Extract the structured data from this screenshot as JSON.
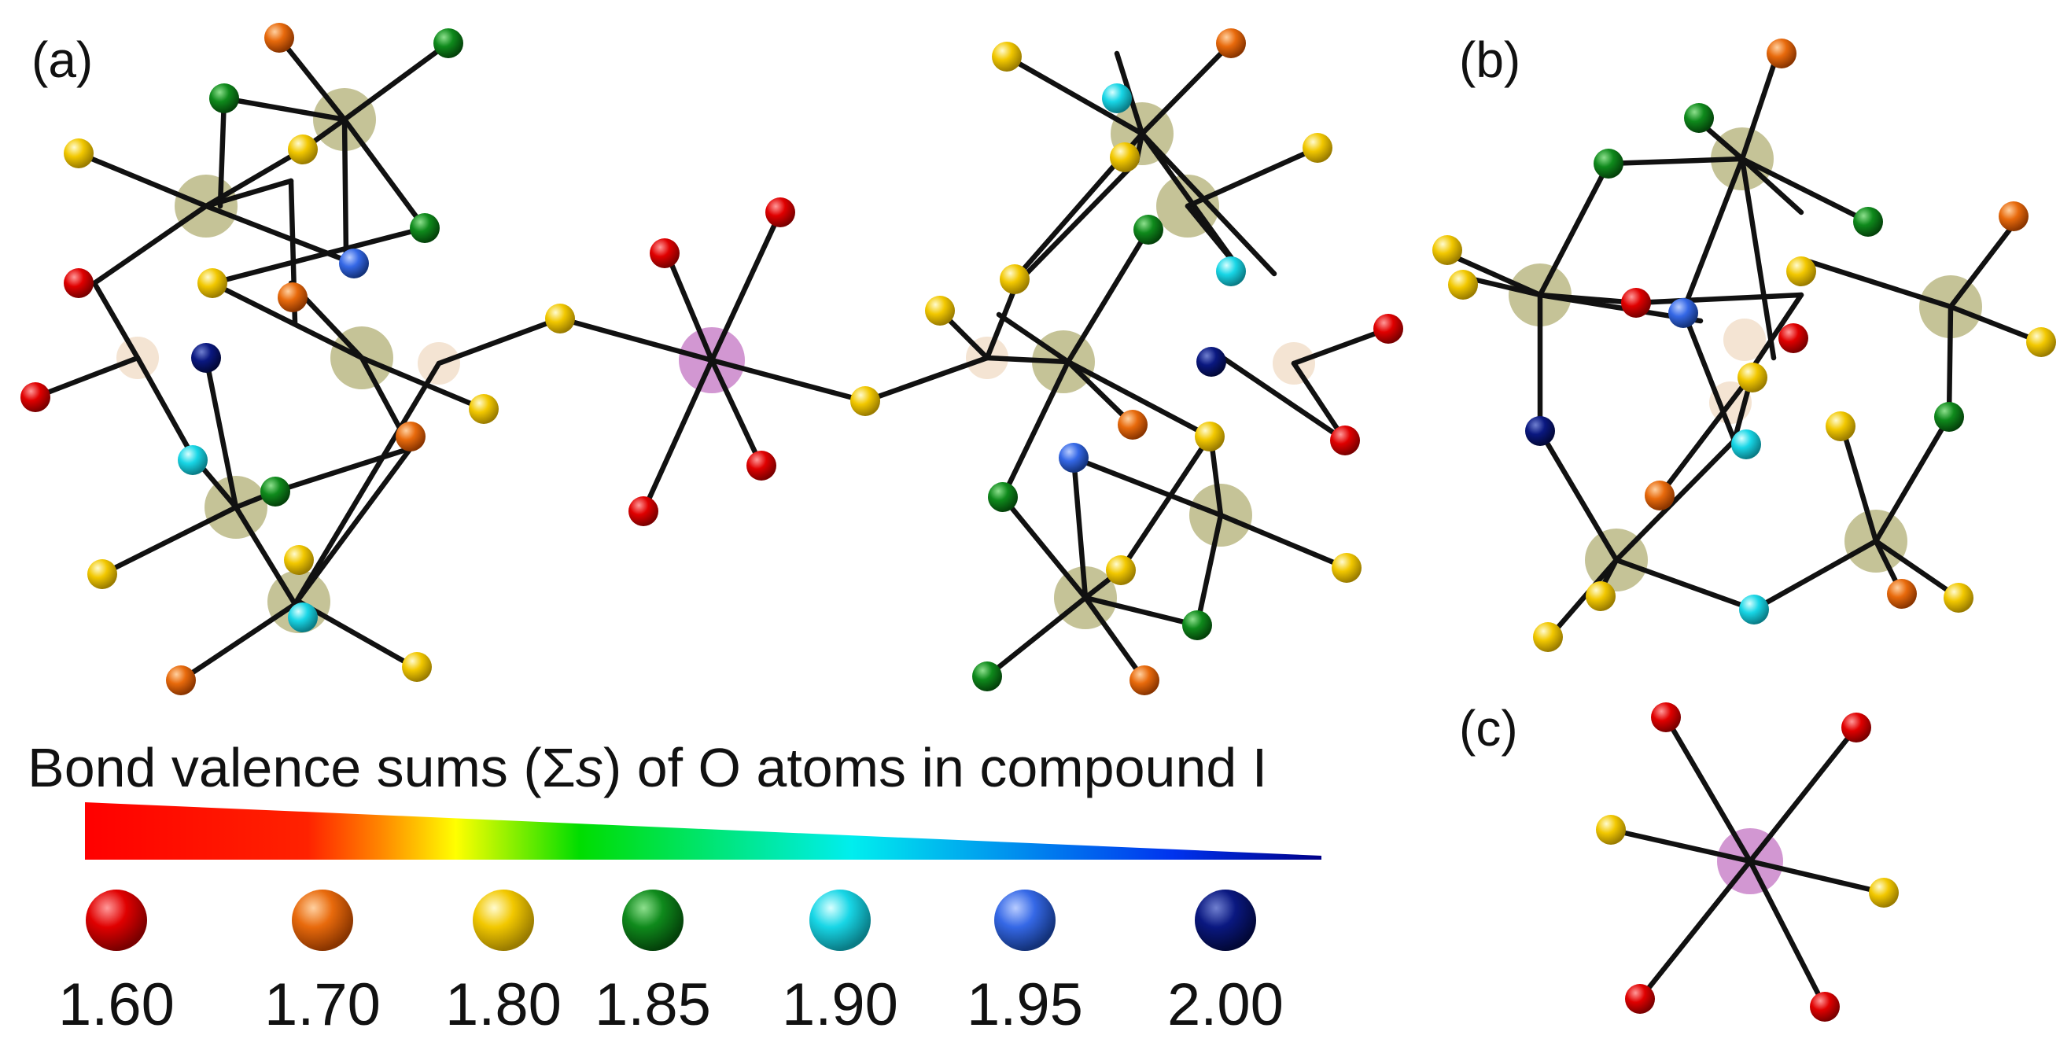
{
  "panels": {
    "a": "(a)",
    "b": "(b)",
    "c": "(c)"
  },
  "legend": {
    "title_prefix": "Bond valence sums (Σ",
    "title_italic": "s",
    "title_suffix": ") of O atoms in compound I",
    "gradient_colors": [
      "#ff0000",
      "#ff2200",
      "#ff8800",
      "#ffff00",
      "#00dd00",
      "#00eeee",
      "#0000ee",
      "#000088"
    ],
    "entries": [
      {
        "value": "1.60",
        "color": "#e00000",
        "name": "red"
      },
      {
        "value": "1.70",
        "color": "#e86a0c",
        "name": "orange"
      },
      {
        "value": "1.80",
        "color": "#f2c800",
        "name": "yellow"
      },
      {
        "value": "1.85",
        "color": "#0f8a1c",
        "name": "green"
      },
      {
        "value": "1.90",
        "color": "#18d6e6",
        "name": "cyan"
      },
      {
        "value": "1.95",
        "color": "#3568e6",
        "name": "blue"
      },
      {
        "value": "2.00",
        "color": "#0a1880",
        "name": "navy"
      }
    ]
  },
  "atom_colors": {
    "metal_halo": "#b5b27a",
    "central_halo": "#c57ac5",
    "p_halo": "#f1dcc6"
  }
}
